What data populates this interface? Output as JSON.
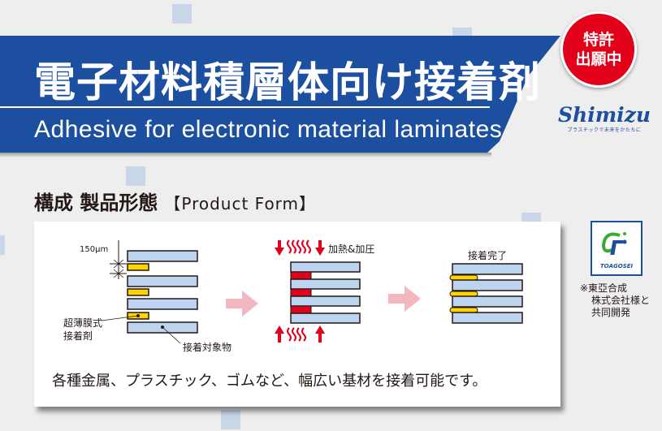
{
  "header": {
    "title_jp": "電子材料積層体向け接着剤",
    "title_en": "Adhesive for electronic material laminates",
    "banner_color": "#1d4fa0"
  },
  "patent_badge": {
    "line1": "特許",
    "line2": "出願中",
    "color": "#e2001a"
  },
  "brand": {
    "name": "Shimizu",
    "tagline": "プラスチックで未来をかたちに"
  },
  "section": {
    "title_jp": "構成 製品形態",
    "title_en": "【Product Form】"
  },
  "diagram": {
    "step1": {
      "thickness_label": "150μm",
      "adhesive_label_line1": "超薄膜式",
      "adhesive_label_line2": "接着剤",
      "target_label": "接着対象物"
    },
    "step2": {
      "label": "加熱&加圧"
    },
    "step3": {
      "label": "接着完了"
    },
    "colors": {
      "substrate": "#bcd4ef",
      "adhesive": "#ffd200",
      "adhesive_heated": "#e2001a",
      "arrow": "#f2b8c0"
    }
  },
  "description": "各種金属、プラスチック、ゴムなど、幅広い基材を接着可能です。",
  "partner": {
    "logo_text": "TOAGOSEI",
    "note_line1": "※東亞合成",
    "note_line2": "株式会社様と",
    "note_line3": "共同開発"
  }
}
